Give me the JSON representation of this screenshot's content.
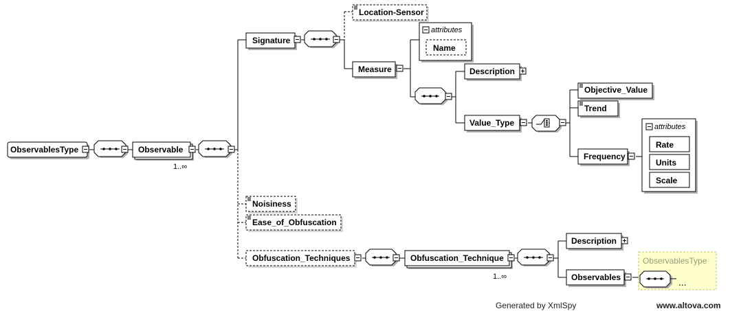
{
  "elements": {
    "root": "ObservablesType",
    "observable": "Observable",
    "signature": "Signature",
    "location_sensor": "Location-Sensor",
    "measure": "Measure",
    "measure_attr_name": "Name",
    "description_1": "Description",
    "value_type": "Value_Type",
    "objective_value": "Objective_Value",
    "trend": "Trend",
    "frequency": "Frequency",
    "freq_rate": "Rate",
    "freq_units": "Units",
    "freq_scale": "Scale",
    "noisiness": "Noisiness",
    "ease_of_obfuscation": "Ease_of_Obfuscation",
    "obfuscation_techniques": "Obfuscation_Techniques",
    "obfuscation_technique": "Obfuscation_Technique",
    "description_2": "Description",
    "observables": "Observables",
    "type_ref": "ObservablesType",
    "ellipsis": "..."
  },
  "labels": {
    "attributes": "attributes",
    "cardinality": "1..∞"
  },
  "footer": {
    "generated_by": "Generated by XmlSpy",
    "website": "www.altova.com"
  },
  "colors": {
    "line": "#000000",
    "box_fill": "#ffffff",
    "shadow": "#b0b0b0",
    "attr_group_fill": "#f5f5f5",
    "type_ref_fill": "#ffffcc",
    "type_ref_border": "#c8c070",
    "type_ref_text": "#9a9a7a"
  }
}
